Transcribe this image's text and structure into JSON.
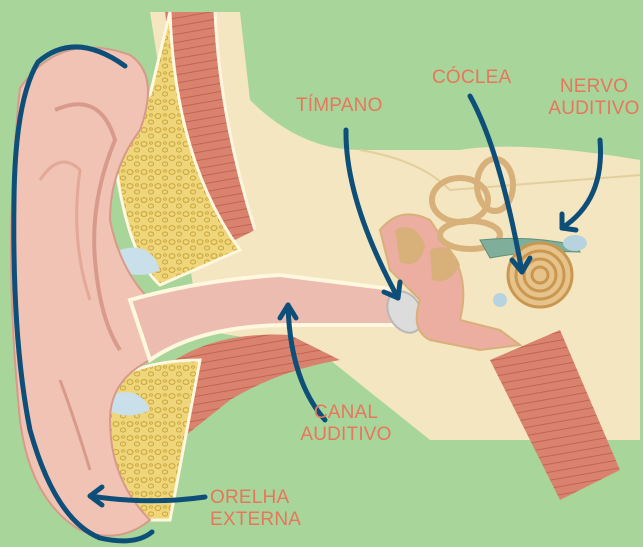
{
  "colors": {
    "background": "#a8d59a",
    "label": "#e8765d",
    "arrow": "#0d4f79",
    "skin": "#f0c3b4",
    "cartilage": "#efd67a",
    "bone": "#f3e6c0",
    "muscle": "#d9826e",
    "inner_ear": "#d8b07a",
    "nerve": "#7fae9a"
  },
  "labels": {
    "timpano": "TÍMPANO",
    "coclea": "CÓCLEA",
    "nervo_auditivo": [
      "NERVO",
      "AUDITIVO"
    ],
    "canal_auditivo": [
      "CANAL",
      "AUDITIVO"
    ],
    "orelha_externa": [
      "ORELHA",
      "EXTERNA"
    ]
  }
}
